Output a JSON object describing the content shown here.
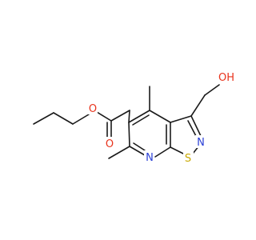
{
  "molecule": {
    "atoms": [
      {
        "id": "O_ester",
        "label": "O",
        "color": "#e8331c"
      },
      {
        "id": "O_carbonyl",
        "label": "O",
        "color": "#e8331c"
      },
      {
        "id": "O_hydroxyl",
        "label": "OH",
        "color": "#e8331c"
      },
      {
        "id": "N_isothiazole",
        "label": "N",
        "color": "#2a3fd6"
      },
      {
        "id": "N_pyridine",
        "label": "N",
        "color": "#2a3fd6"
      },
      {
        "id": "S_ring",
        "label": "S",
        "color": "#c8a800"
      }
    ],
    "bond_color": "#1a1a1a"
  }
}
